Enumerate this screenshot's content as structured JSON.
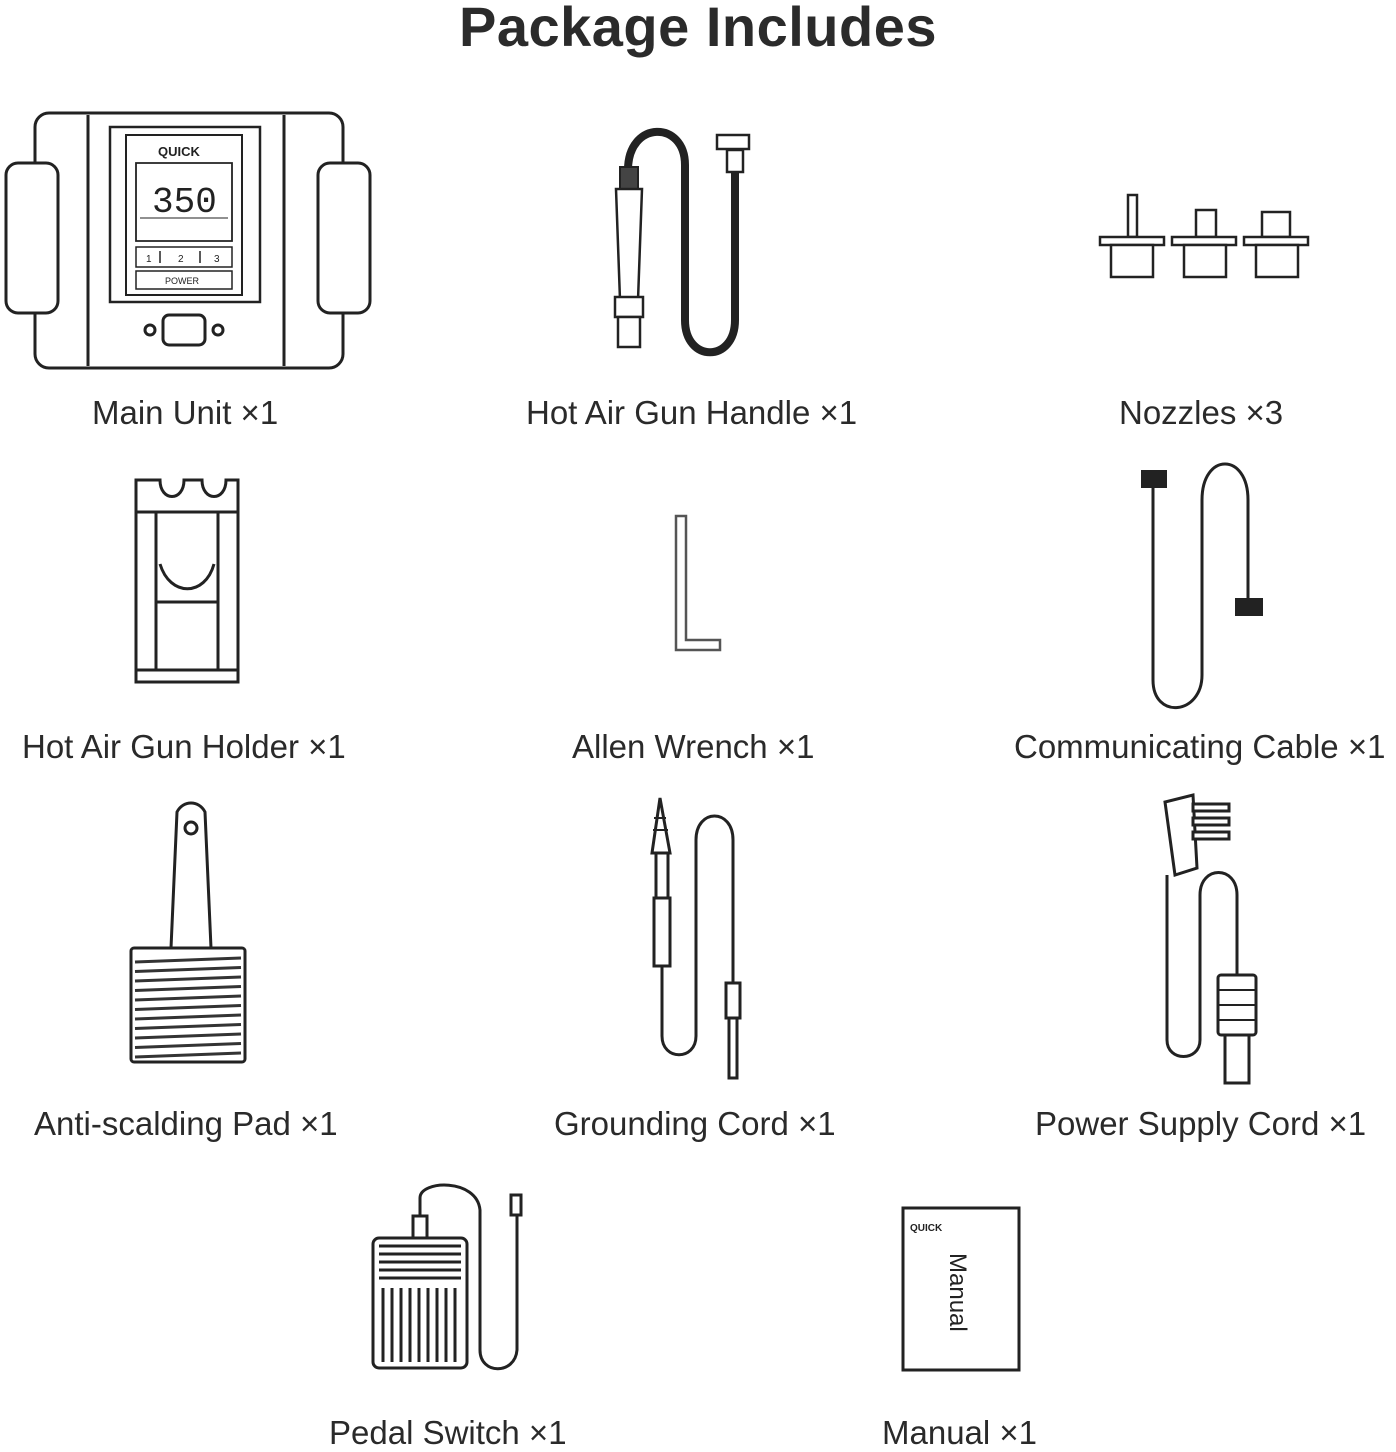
{
  "title": "Package Includes",
  "brand": "QUICK",
  "items": [
    {
      "icon": "main-unit-icon",
      "label": "Main Unit ×1",
      "display": {
        "value": "350",
        "buttons": [
          "1",
          "2",
          "3"
        ],
        "power": "POWER"
      }
    },
    {
      "icon": "hot-air-gun-handle-icon",
      "label": "Hot Air Gun Handle ×1"
    },
    {
      "icon": "nozzles-icon",
      "label": "Nozzles ×3"
    },
    {
      "icon": "hot-air-gun-holder-icon",
      "label": "Hot Air Gun Holder ×1"
    },
    {
      "icon": "allen-wrench-icon",
      "label": "Allen Wrench ×1"
    },
    {
      "icon": "communicating-cable-icon",
      "label": "Communicating Cable ×1"
    },
    {
      "icon": "anti-scalding-pad-icon",
      "label": "Anti-scalding Pad ×1"
    },
    {
      "icon": "grounding-cord-icon",
      "label": "Grounding Cord ×1"
    },
    {
      "icon": "power-supply-cord-icon",
      "label": "Power Supply Cord ×1"
    },
    {
      "icon": "pedal-switch-icon",
      "label": "Pedal Switch ×1"
    },
    {
      "icon": "manual-icon",
      "label": "Manual ×1",
      "book_text": "Manual"
    }
  ]
}
